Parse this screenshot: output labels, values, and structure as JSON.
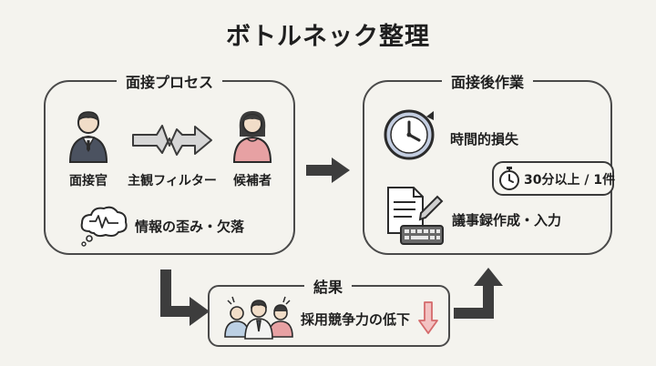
{
  "title": "ボトルネック整理",
  "left_panel": {
    "label": "面接プロセス",
    "interviewer": "面接官",
    "filter": "主観フィルター",
    "candidate": "候補者",
    "distortion": "情報の歪み・欠落"
  },
  "right_panel": {
    "label": "面接後作業",
    "time_loss": "時間的損失",
    "time_badge": "30分以上 / 1件",
    "record": "議事録作成・入力"
  },
  "result": {
    "label": "結果",
    "text": "採用競争力の低下"
  },
  "colors": {
    "background": "#f4f3ee",
    "stroke": "#4a4a4a",
    "suit": "#4b5260",
    "candidate": "#e7a1a3",
    "clock_face": "#c3cde0",
    "down_arrow": "#e07f80"
  },
  "icons": [
    "interviewer-icon",
    "zigzag-arrow-icon",
    "candidate-icon",
    "thought-cloud-icon",
    "clock-icon",
    "stopwatch-icon",
    "document-keyboard-icon",
    "people-group-icon",
    "down-arrow-icon"
  ]
}
